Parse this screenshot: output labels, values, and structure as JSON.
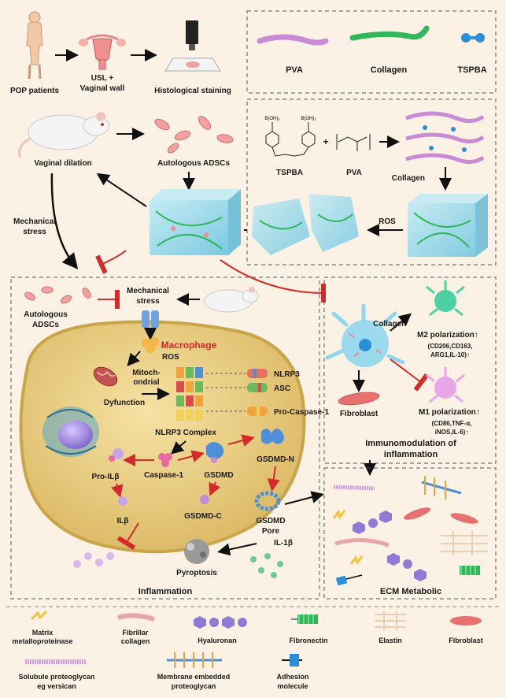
{
  "top_left": {
    "patients_label": "POP patients",
    "usl_label_1": "USL +",
    "usl_label_2": "Vaginal wall",
    "staining_label": "Histological staining"
  },
  "materials": {
    "pva": "PVA",
    "collagen": "Collagen",
    "tspba": "TSPBA"
  },
  "synthesis": {
    "tspba_label": "TSPBA",
    "pva_label": "PVA",
    "plus": "+",
    "collagen_label": "Collagen",
    "ros_label": "ROS"
  },
  "rat_section": {
    "vaginal_dilation": "Vaginal dilation",
    "autologous_adscs": "Autologous ADSCs",
    "mechanical_stress_1": "Mechanical",
    "mechanical_stress_2": "stress"
  },
  "inflammation": {
    "adscs_1": "Autologous",
    "adscs_2": "ADSCs",
    "mech_1": "Mechanical",
    "mech_2": "stress",
    "ros": "ROS",
    "macrophage": "Macrophage",
    "mito_1": "Mitoch-",
    "mito_2": "ondrial",
    "mito_3": "Dyfunction",
    "nlrp3": "NLRP3",
    "asc": "ASC",
    "pro_caspase": "Pro-Caspase-1",
    "complex": "NLRP3 Complex",
    "caspase": "Caspase-1",
    "gsdmd": "GSDMD",
    "gsdmd_n": "GSDMD-N",
    "gsdmd_c": "GSDMD-C",
    "pro_il": "Pro-ILβ",
    "il": "ILβ",
    "pore_1": "GSDMD",
    "pore_2": "Pore",
    "il1b": "IL-1β",
    "pyroptosis": "Pyroptosis",
    "title": "Inflammation"
  },
  "immuno": {
    "collagen": "Collagen",
    "m2": "M2 polarization↑",
    "m2_detail_1": "(CD206,CD163,",
    "m2_detail_2": "ARG1,IL-10)↑",
    "m1": "M1 polarization↑",
    "m1_detail_1": "(CD86,TNF-α,",
    "m1_detail_2": "iNOS,IL-6)↑",
    "fibroblast": "Fibroblast",
    "title_1": "Immunomodulation of",
    "title_2": "inflammation"
  },
  "ecm": {
    "title": "ECM Metabolic"
  },
  "legend": {
    "mmp_1": "Matrix",
    "mmp_2": "metalloproteinase",
    "fib_col_1": "Fibrillar",
    "fib_col_2": "collagen",
    "hyaluronan": "Hyaluronan",
    "fibronectin": "Fibronectin",
    "elastin": "Elastin",
    "fibroblast": "Fibroblast",
    "versican_1": "Solubule proteoglycan",
    "versican_2": "eg versican",
    "membrane_1": "Membrane embedded",
    "membrane_2": "proteoglycan",
    "adhesion_1": "Adhesion",
    "adhesion_2": "molecule"
  },
  "colors": {
    "background": "#fbf1e4",
    "pva": "#c98bd6",
    "collagen": "#2fb75a",
    "tspba": "#2a8fd6",
    "hydrogel": "#8fd7ec",
    "inhibit": "#d42a2a",
    "cell": "#e9cf83",
    "membrane": "#c9a449"
  }
}
